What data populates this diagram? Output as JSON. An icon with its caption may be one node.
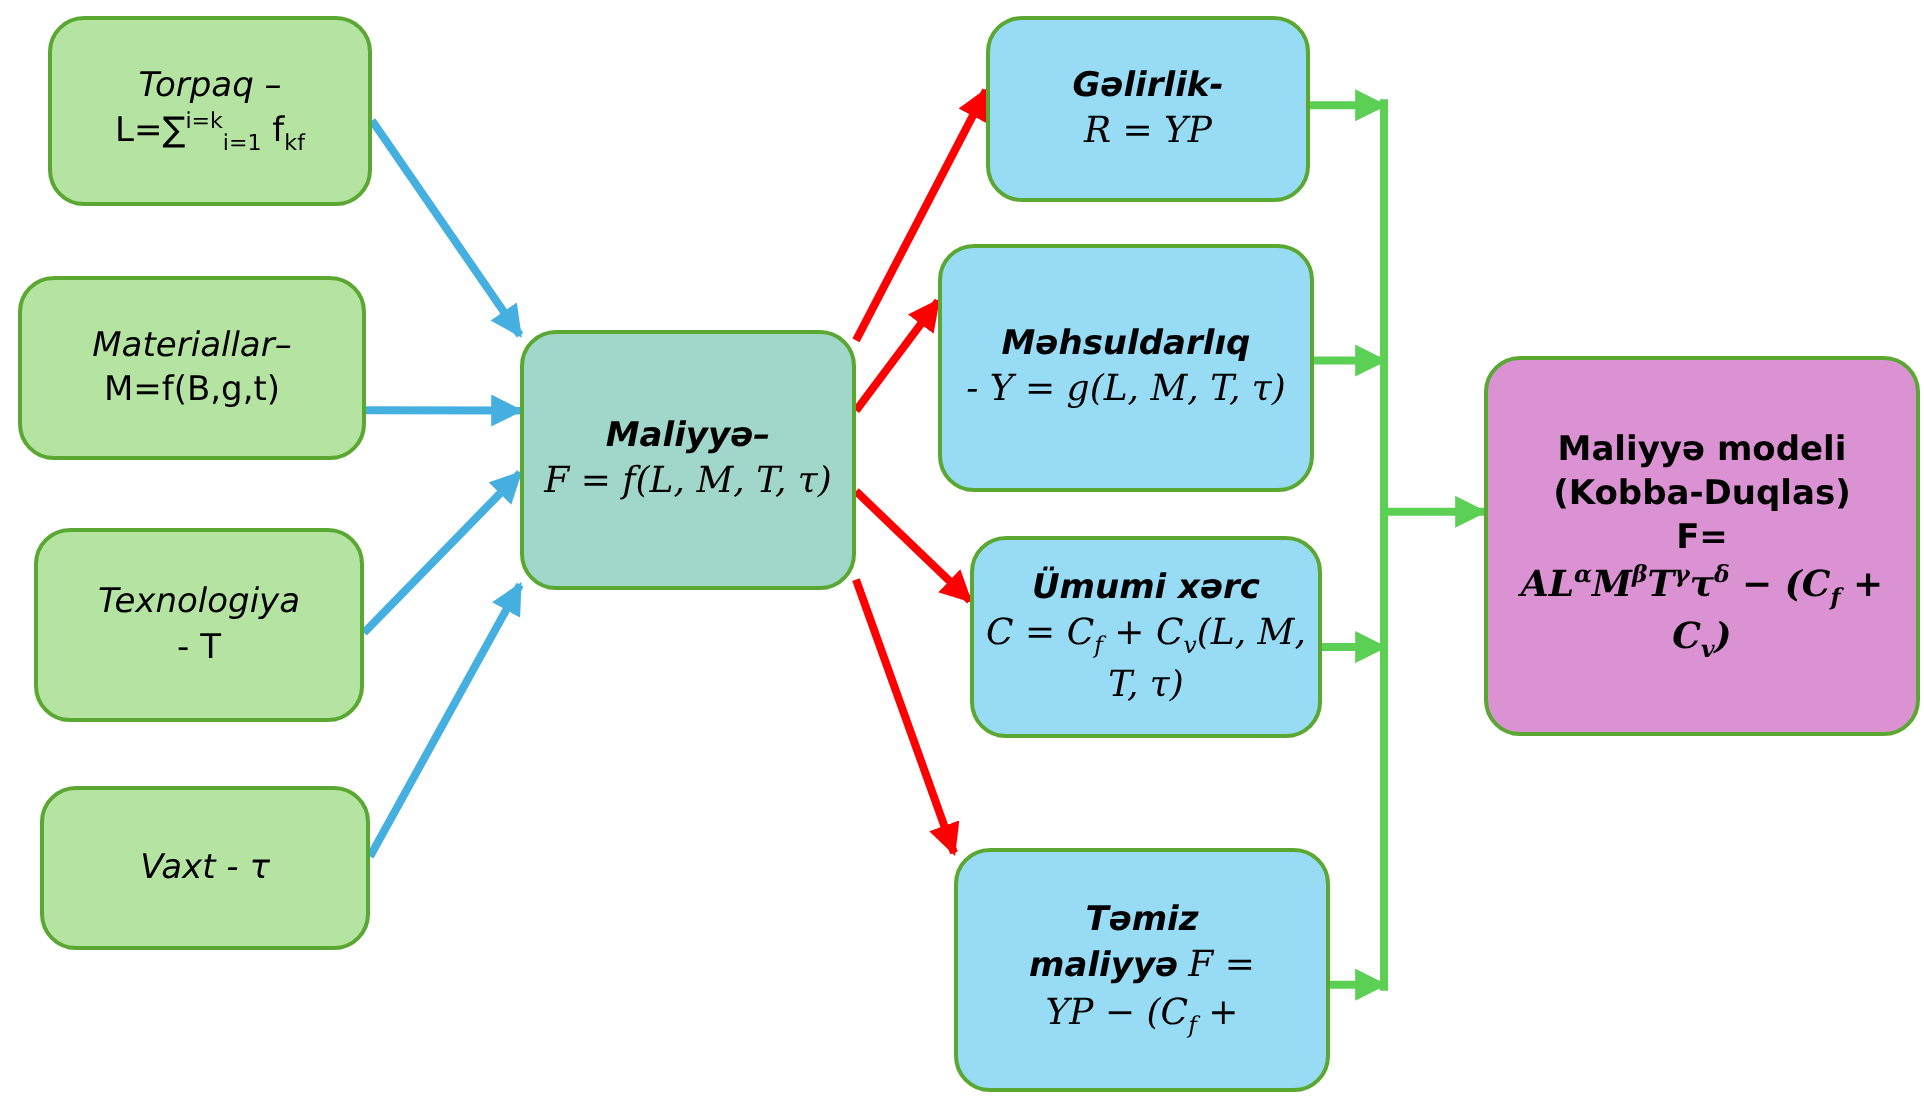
{
  "diagram": {
    "nodes": [
      {
        "text": [
          "Torpaq –",
          "L=∑$^{i=k}$$_{i=1}$ f$_{k}$$_{f}$"
        ]
      },
      {
        "text": [
          "Materiallar–",
          "M=f(B,g,t)"
        ]
      },
      {
        "text": [
          "Texnologiya",
          "- T"
        ]
      },
      {
        "text": [
          "Vaxt - τ"
        ]
      },
      {
        "text": [
          "Maliyyə–",
          "F = f(L, M, T, τ)"
        ]
      },
      {
        "text": [
          "Gəlirlik-",
          "R = YP"
        ]
      },
      {
        "text": [
          "Məhsuldarlıq",
          "- Y = g(L, M, T, τ)"
        ]
      },
      {
        "text": [
          "Ümumi xərc",
          "C = C$_{f}$ + C$_{v}$(L, M, T, τ)"
        ]
      },
      {
        "text": [
          "Təmiz maliyyə",
          "F = YP − (C$_{f}$ +"
        ]
      },
      {
        "text": [
          "Maliyyə modeli (Kobba-Duqlas)",
          "F=",
          "AL$^{α}$M$^{β}$T$^{γ}$τ$^{δ}$ − (C$_{f}$ + C$_{v}$)"
        ]
      }
    ],
    "edges": [
      {
        "from": 0,
        "to": 4,
        "arrow": "to",
        "color": "#45b0e0"
      },
      {
        "from": 1,
        "to": 4,
        "arrow": "to",
        "color": "#45b0e0"
      },
      {
        "from": 2,
        "to": 4,
        "arrow": "to",
        "color": "#45b0e0"
      },
      {
        "from": 3,
        "to": 4,
        "arrow": "to",
        "color": "#45b0e0"
      },
      {
        "from": 4,
        "to": 5,
        "arrow": "to",
        "color": "#ff0000"
      },
      {
        "from": 4,
        "to": 6,
        "arrow": "to",
        "color": "#ff0000"
      },
      {
        "from": 4,
        "to": 7,
        "arrow": "to",
        "color": "#ff0000"
      },
      {
        "from": 4,
        "to": 8,
        "arrow": "to",
        "color": "#ff0000"
      },
      {
        "from": 5,
        "to": 9,
        "arrow": "to",
        "color": "#5ccf55"
      },
      {
        "from": 6,
        "to": 9,
        "arrow": "to",
        "color": "#5ccf55"
      },
      {
        "from": 7,
        "to": 9,
        "arrow": "to",
        "color": "#5ccf55"
      },
      {
        "from": 8,
        "to": 9,
        "arrow": "to",
        "color": "#5ccf55"
      }
    ]
  }
}
